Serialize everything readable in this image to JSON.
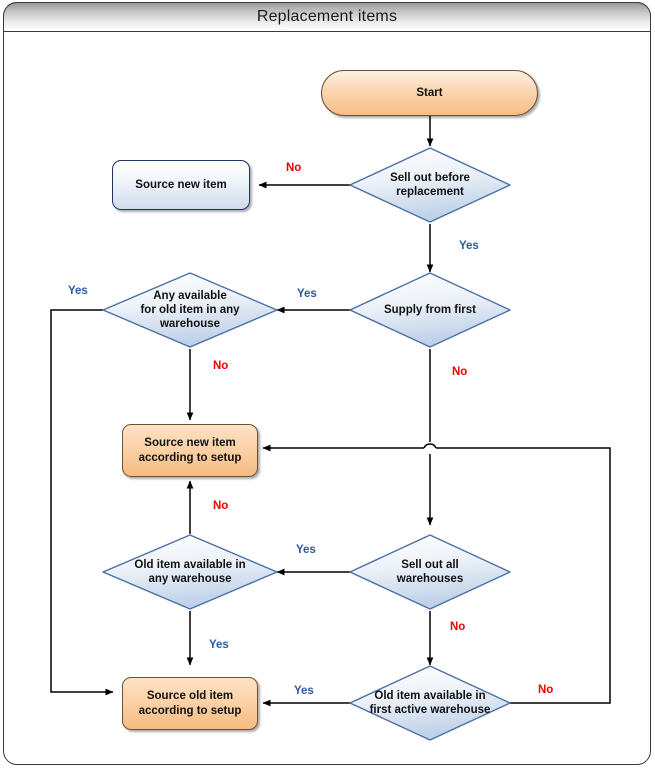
{
  "panel": {
    "title": "Replacement items"
  },
  "colors": {
    "yes_label": "#2c5aa0",
    "no_label": "#ee0000",
    "decision_fill_top": "#ffffff",
    "decision_fill_bottom": "#c3d3e8",
    "decision_stroke": "#4a6fa5",
    "process_blue_stroke": "#1d3461",
    "process_orange_fill": "#f7bd83",
    "process_orange_stroke": "#6b5136",
    "connector": "#000000",
    "title_bar_top": "#9a9a9a",
    "title_bar_bottom": "#ffffff"
  },
  "nodes": {
    "start": {
      "label": "Start",
      "type": "terminal"
    },
    "sell_out_before_replacement": {
      "label": "Sell out before\nreplacement",
      "type": "decision"
    },
    "source_new_item": {
      "label": "Source new item",
      "type": "process-blue"
    },
    "supply_from_first": {
      "label": "Supply from first",
      "type": "decision"
    },
    "any_available_old_item": {
      "label": "Any available\nfor old item in any\nwarehouse",
      "type": "decision"
    },
    "source_new_item_setup": {
      "label": "Source new item\naccording to setup",
      "type": "process-orange"
    },
    "sell_out_all_warehouses": {
      "label": "Sell out all\nwarehouses",
      "type": "decision"
    },
    "old_item_any_warehouse": {
      "label": "Old item available in\nany warehouse",
      "type": "decision"
    },
    "old_item_first_active": {
      "label": "Old item available in\nfirst active warehouse",
      "type": "decision"
    },
    "source_old_item_setup": {
      "label": "Source old item\naccording to setup",
      "type": "process-orange"
    }
  },
  "edge_labels": {
    "sell_out_before_no": "No",
    "sell_out_before_yes": "Yes",
    "supply_from_first_yes": "Yes",
    "supply_from_first_no": "No",
    "any_available_yes": "Yes",
    "any_available_no": "No",
    "sell_out_all_yes": "Yes",
    "sell_out_all_no": "No",
    "old_item_any_no": "No",
    "old_item_any_yes": "Yes",
    "old_item_first_yes": "Yes",
    "old_item_first_no": "No"
  }
}
